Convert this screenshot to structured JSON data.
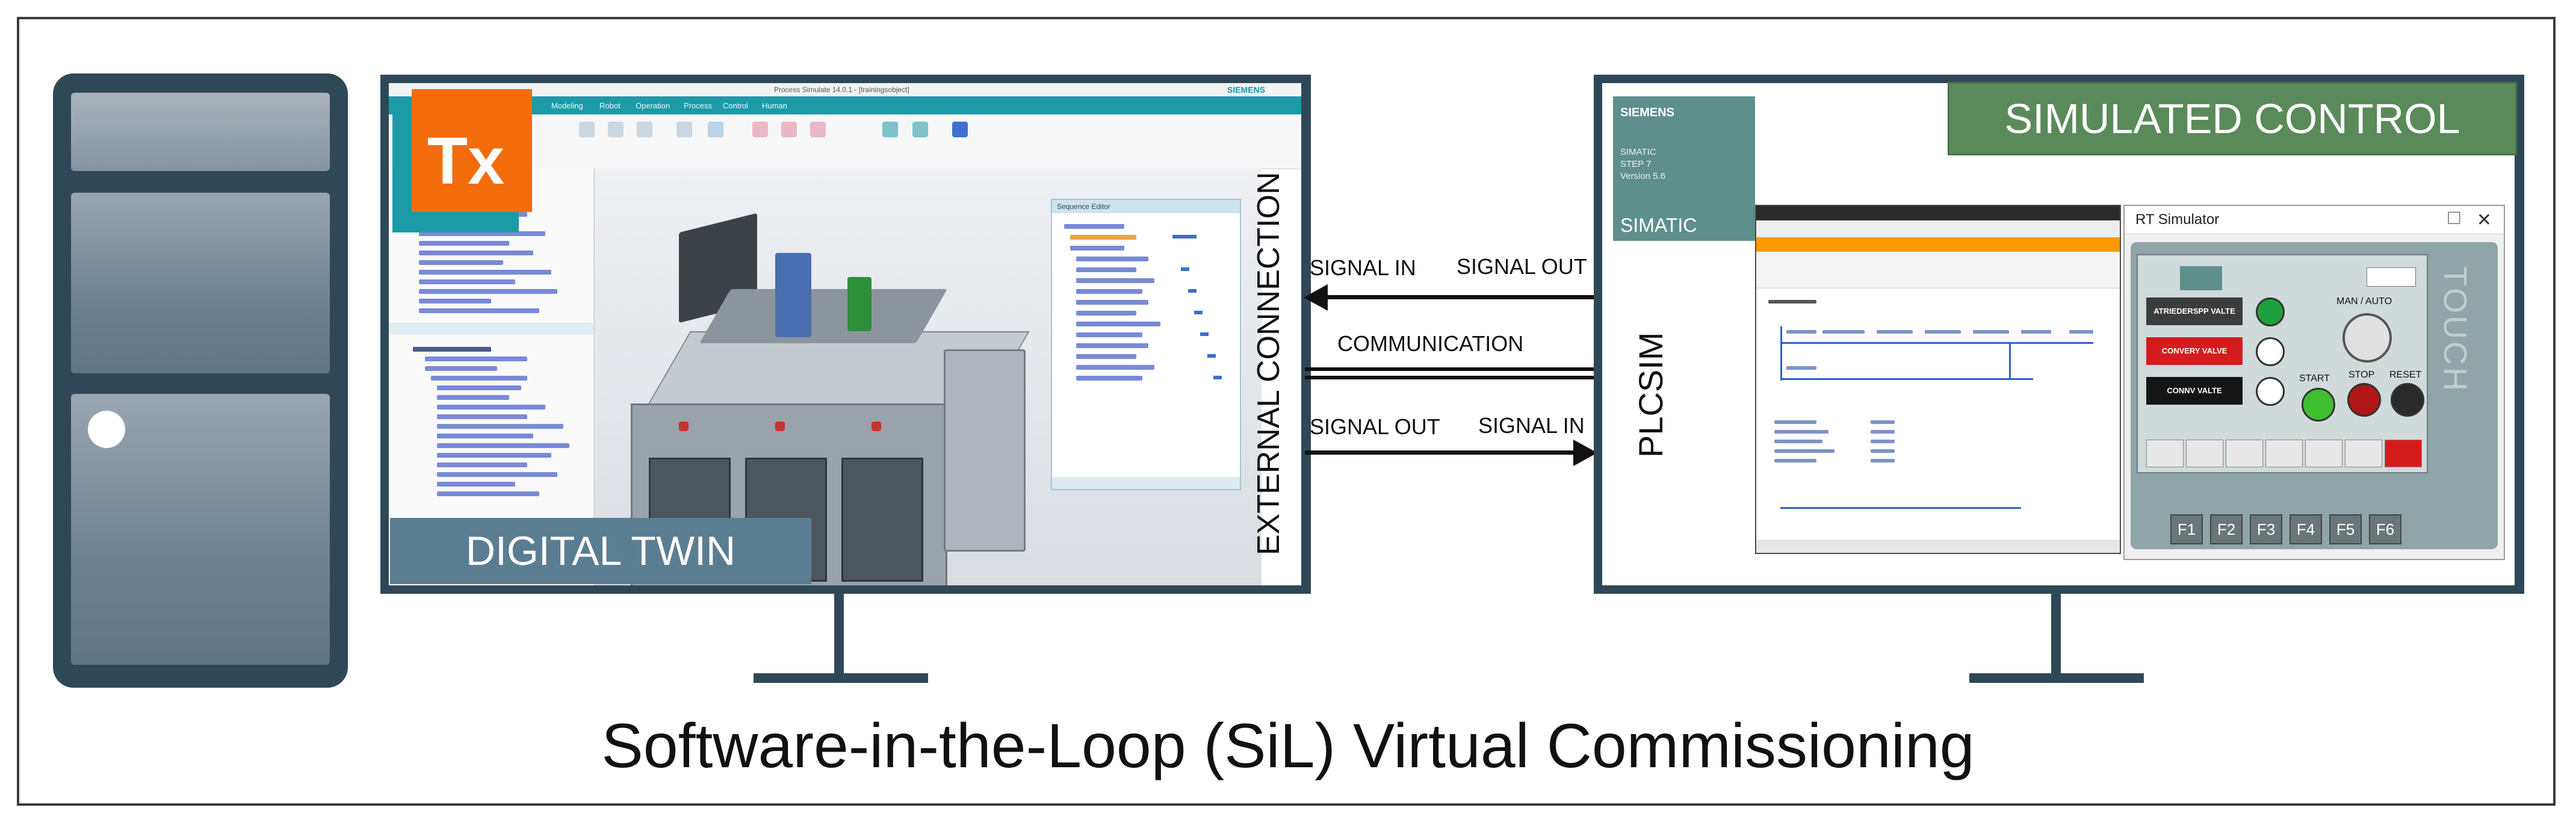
{
  "diagram": {
    "caption": "Software-in-the-Loop (SiL) Virtual Commissioning",
    "digital_twin_label": "DIGITAL TWIN",
    "simulated_control_label": "SIMULATED CONTROL",
    "external_connection_label": "EXTERNAL CONNECTION",
    "plcsim_label": "PLCSIM",
    "tx_logo_text": "Tx",
    "connections": {
      "top_left": "SIGNAL IN",
      "top_right": "SIGNAL OUT",
      "middle": "COMMUNICATION",
      "bottom_left": "SIGNAL OUT",
      "bottom_right": "SIGNAL IN"
    }
  },
  "process_simulate": {
    "window_title": "Process Simulate 14.0.1 - [trainingsobject]",
    "brand": "SIEMENS",
    "tabs": [
      "Modeling",
      "Robot",
      "Operation",
      "Process",
      "Control",
      "Human"
    ],
    "sequence_editor_title": "Sequence Editor"
  },
  "simatic": {
    "brand": "SIEMENS",
    "product": "SIMATIC",
    "sub1": "STEP 7",
    "sub2": "Version 5.6",
    "name": "SIMATIC"
  },
  "hmi": {
    "window_title": "RT Simulator",
    "buttons": [
      "ATRIEDERSPP VALTE",
      "CONVERY VALVE",
      "CONNV VALTE"
    ],
    "labels": [
      "MAN / AUTO",
      "START",
      "STOP",
      "RESET"
    ],
    "function_keys": [
      "F1",
      "F2",
      "F3",
      "F4",
      "F5",
      "F6"
    ],
    "touch_text": "TOUCH"
  },
  "colors": {
    "device_dark": "#2f4858",
    "tx_orange": "#f36c0c",
    "digital_twin_bg": "#5b7d91",
    "simulated_control_bg": "#5a8a5a",
    "teal": "#1d9aa8"
  }
}
